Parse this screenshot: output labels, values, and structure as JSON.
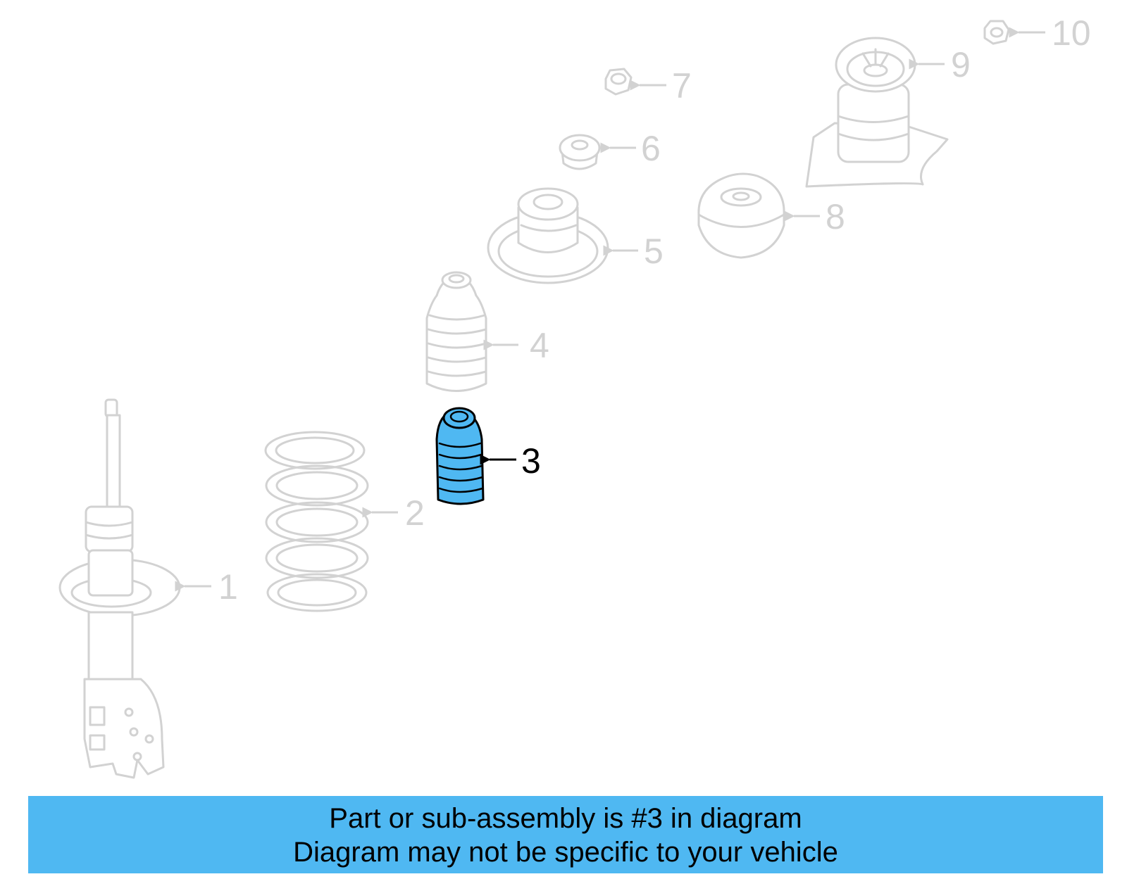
{
  "callouts": {
    "c1": "1",
    "c2": "2",
    "c3": "3",
    "c4": "4",
    "c5": "5",
    "c6": "6",
    "c7": "7",
    "c8": "8",
    "c9": "9",
    "c10": "10"
  },
  "highlighted_part": "3",
  "colors": {
    "highlight_fill": "#4fb8f2",
    "inactive_stroke": "#d2d2d2",
    "active_stroke": "#000000",
    "banner_bg": "#4fb8f2"
  },
  "banner": {
    "line1": "Part or sub-assembly is #3 in diagram",
    "line2": "Diagram may not be specific to your vehicle"
  }
}
